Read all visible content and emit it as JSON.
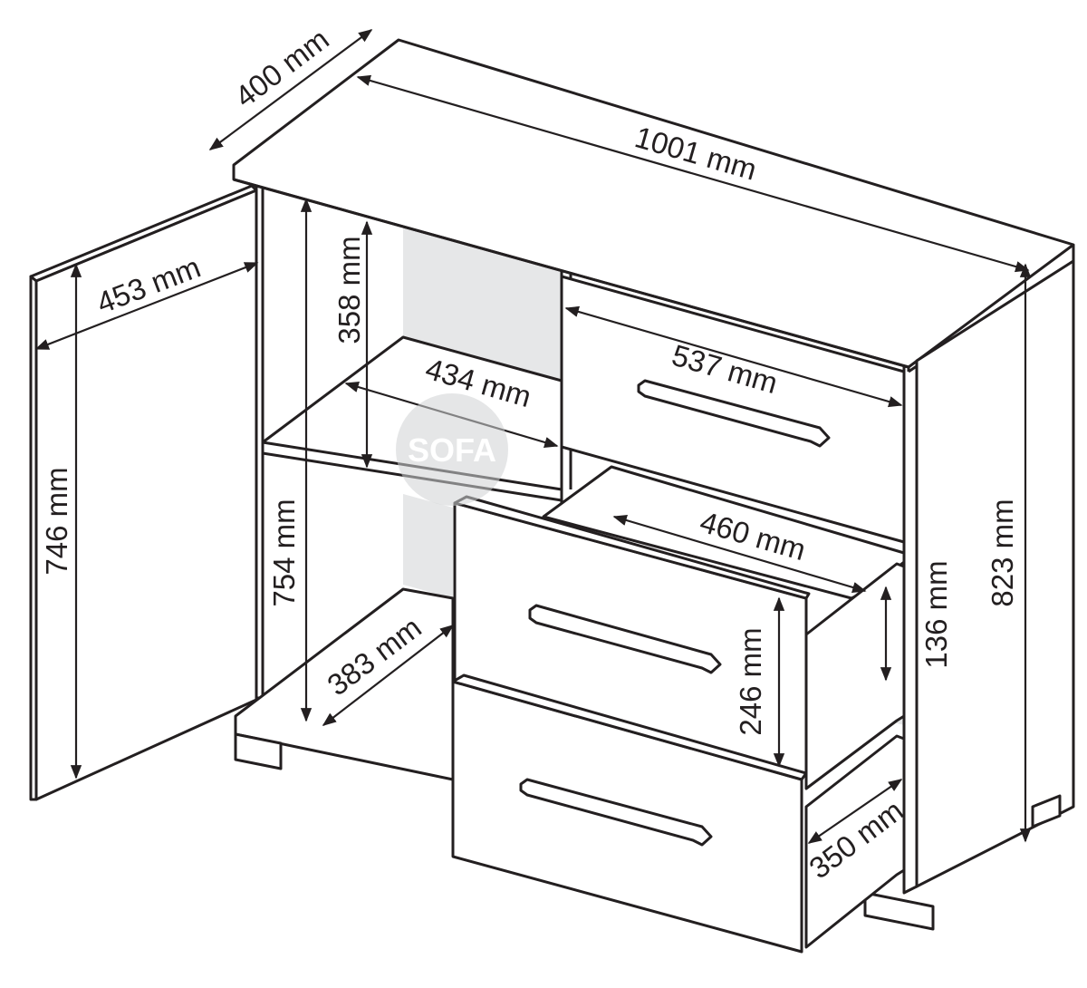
{
  "dimensions": {
    "depth": "400 mm",
    "width": "1001 mm",
    "door_width": "453 mm",
    "door_height": "746 mm",
    "shelf_space_height": "358 mm",
    "shelf_width": "434 mm",
    "inner_height": "754  mm",
    "inner_depth": "383 mm",
    "top_drawer_width": "537 mm",
    "drawer_inner_width": "460 mm",
    "drawer_front_height": "246 mm",
    "drawer_inner_height": "136 mm",
    "overall_height": "823 mm",
    "drawer_depth": "350 mm"
  },
  "watermark": {
    "text": "SOFA"
  }
}
